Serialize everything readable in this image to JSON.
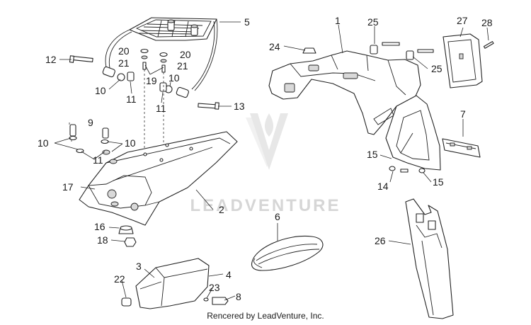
{
  "watermark": {
    "text": "LEADVENTURE"
  },
  "footer": {
    "text": "Rencered by LeadVenture, Inc."
  },
  "callouts": [
    "1",
    "2",
    "3",
    "4",
    "5",
    "6",
    "7",
    "8",
    "9",
    "10",
    "10",
    "10",
    "10",
    "11",
    "11",
    "11",
    "12",
    "13",
    "14",
    "15",
    "15",
    "16",
    "17",
    "18",
    "19",
    "20",
    "20",
    "21",
    "21",
    "22",
    "23",
    "24",
    "25",
    "25",
    "26",
    "27",
    "28"
  ]
}
